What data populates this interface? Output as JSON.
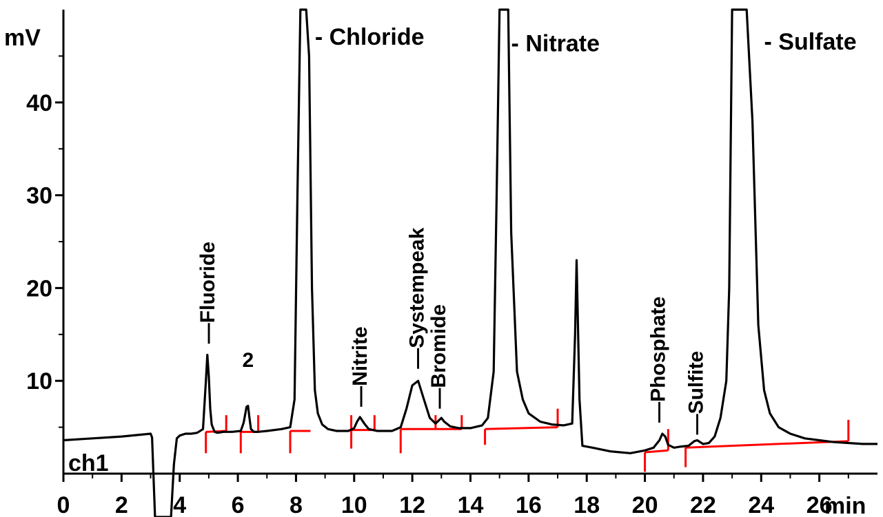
{
  "chart_data": {
    "type": "line",
    "title": "",
    "xlabel": "min",
    "ylabel": "mV",
    "channel_label": "ch1",
    "xlim": [
      0,
      28
    ],
    "ylim": [
      0,
      50
    ],
    "x_ticks": [
      0,
      2,
      4,
      6,
      8,
      10,
      12,
      14,
      16,
      18,
      20,
      22,
      24,
      26
    ],
    "y_ticks": [
      10,
      20,
      30,
      40
    ],
    "trace_color": "#000000",
    "baseline_color": "#ff0000",
    "series": [
      {
        "x": [
          0,
          1,
          2,
          3,
          3.05,
          3.15,
          3.25,
          3.35,
          3.5,
          3.6,
          3.7,
          3.8,
          3.9,
          4.0,
          4.2,
          4.4,
          4.6,
          4.8,
          4.9,
          4.95,
          5.0,
          5.05,
          5.1,
          5.2,
          5.3,
          5.5,
          5.8,
          6.1,
          6.2,
          6.3,
          6.35,
          6.4,
          6.45,
          6.55,
          6.7,
          7.0,
          7.5,
          7.8,
          7.95,
          8.05,
          8.15,
          8.25,
          8.35,
          8.45,
          8.55,
          8.65,
          8.75,
          8.9,
          9.1,
          9.4,
          9.8,
          10.0,
          10.1,
          10.2,
          10.35,
          10.5,
          10.8,
          11.3,
          11.6,
          11.8,
          12.0,
          12.2,
          12.4,
          12.6,
          12.8,
          12.9,
          13.0,
          13.1,
          13.3,
          13.6,
          14.0,
          14.4,
          14.6,
          14.8,
          14.9,
          15.0,
          15.1,
          15.2,
          15.3,
          15.4,
          15.6,
          15.8,
          16.0,
          16.4,
          16.8,
          17.2,
          17.5,
          17.6,
          17.65,
          17.75,
          17.85,
          18.2,
          18.8,
          19.5,
          20.0,
          20.3,
          20.5,
          20.6,
          20.7,
          20.8,
          21.0,
          21.2,
          21.5,
          21.7,
          21.8,
          22.0,
          22.2,
          22.4,
          22.6,
          22.8,
          22.9,
          23.0,
          23.1,
          23.2,
          23.3,
          23.5,
          23.7,
          23.9,
          24.1,
          24.3,
          24.6,
          25.0,
          25.5,
          26.0,
          26.5,
          27.0,
          27.5,
          28.0
        ],
        "y": [
          3.6,
          3.8,
          4.0,
          4.3,
          3.9,
          -5,
          -40,
          -40,
          -40,
          -40,
          -40,
          1.0,
          3.8,
          4.1,
          4.3,
          4.3,
          4.4,
          4.8,
          10.0,
          12.8,
          10.5,
          7.0,
          5.3,
          4.5,
          4.4,
          4.5,
          4.5,
          4.6,
          5.5,
          7.2,
          7.3,
          6.0,
          4.8,
          4.5,
          4.5,
          4.6,
          4.8,
          5.0,
          8.0,
          30,
          60,
          60,
          60,
          45,
          20,
          9.0,
          6.5,
          5.3,
          4.8,
          4.6,
          4.6,
          4.9,
          5.6,
          6.1,
          5.4,
          4.8,
          4.6,
          4.6,
          5.0,
          7.0,
          9.5,
          10.0,
          8.0,
          6.0,
          5.4,
          5.7,
          6.0,
          5.6,
          5.1,
          4.9,
          4.9,
          5.2,
          6.0,
          11.0,
          30,
          60,
          60,
          60,
          60,
          26,
          11.0,
          8.0,
          6.5,
          5.6,
          5.3,
          5.2,
          5.4,
          15.0,
          23.0,
          8.0,
          3.0,
          2.8,
          2.4,
          2.2,
          2.5,
          2.8,
          3.6,
          4.3,
          4.0,
          3.1,
          2.8,
          2.9,
          3.0,
          3.5,
          3.6,
          3.2,
          3.3,
          4.0,
          6.0,
          10.0,
          20.0,
          60,
          60,
          60,
          60,
          60,
          38,
          16.0,
          9.0,
          6.5,
          5.0,
          4.3,
          3.8,
          3.6,
          3.4,
          3.3,
          3.2,
          3.2
        ]
      }
    ],
    "baseline_segments": [
      [
        [
          4.9,
          4.5
        ],
        [
          5.6,
          4.6
        ]
      ],
      [
        [
          6.1,
          4.5
        ],
        [
          6.7,
          4.5
        ]
      ],
      [
        [
          7.8,
          4.6
        ],
        [
          8.5,
          4.6
        ]
      ],
      [
        [
          9.9,
          4.7
        ],
        [
          10.7,
          4.7
        ]
      ],
      [
        [
          11.6,
          4.8
        ],
        [
          12.8,
          4.8
        ]
      ],
      [
        [
          12.8,
          4.8
        ],
        [
          13.7,
          4.8
        ]
      ],
      [
        [
          14.5,
          4.8
        ],
        [
          17.0,
          5.0
        ]
      ],
      [
        [
          20.0,
          2.3
        ],
        [
          20.8,
          2.5
        ]
      ],
      [
        [
          21.4,
          2.8
        ],
        [
          27.0,
          3.5
        ]
      ]
    ],
    "integration_markers": [
      [
        4.9,
        2.2,
        4.5
      ],
      [
        5.6,
        4.6,
        6.3
      ],
      [
        6.1,
        2.2,
        4.5
      ],
      [
        6.7,
        4.5,
        6.3
      ],
      [
        7.8,
        2.2,
        4.6
      ],
      [
        9.9,
        2.7,
        6.3
      ],
      [
        10.7,
        4.7,
        6.3
      ],
      [
        11.6,
        2.2,
        4.8
      ],
      [
        12.8,
        4.8,
        6.3
      ],
      [
        13.7,
        4.8,
        6.3
      ],
      [
        14.5,
        3.1,
        4.8
      ],
      [
        17.0,
        5.0,
        7.0
      ],
      [
        20.0,
        0.2,
        2.3
      ],
      [
        20.8,
        2.5,
        4.8
      ],
      [
        21.4,
        0.7,
        2.8
      ],
      [
        27.0,
        3.5,
        5.8
      ]
    ],
    "peak_labels": [
      {
        "text": "- Chloride",
        "orientation": "horizontal",
        "x": 8.65,
        "y": 46.2
      },
      {
        "text": "- Nitrate",
        "orientation": "horizontal",
        "x": 15.4,
        "y": 45.5
      },
      {
        "text": "- Sulfate",
        "orientation": "horizontal",
        "x": 24.1,
        "y": 45.7
      },
      {
        "text": "—Fluoride",
        "orientation": "vertical",
        "x": 5.0,
        "y": 14.0
      },
      {
        "text": "2",
        "orientation": "horizontal-small",
        "x": 6.35,
        "y": 11.5
      },
      {
        "text": "—Nitrite",
        "orientation": "vertical",
        "x": 10.25,
        "y": 7.2
      },
      {
        "text": "—Systempeak",
        "orientation": "vertical",
        "x": 12.2,
        "y": 11.3
      },
      {
        "text": "—Bromide",
        "orientation": "vertical",
        "x": 12.95,
        "y": 7.0
      },
      {
        "text": "—Phosphate",
        "orientation": "vertical",
        "x": 20.5,
        "y": 5.5
      },
      {
        "text": "—Sulfite",
        "orientation": "vertical",
        "x": 21.8,
        "y": 4.2
      }
    ]
  }
}
